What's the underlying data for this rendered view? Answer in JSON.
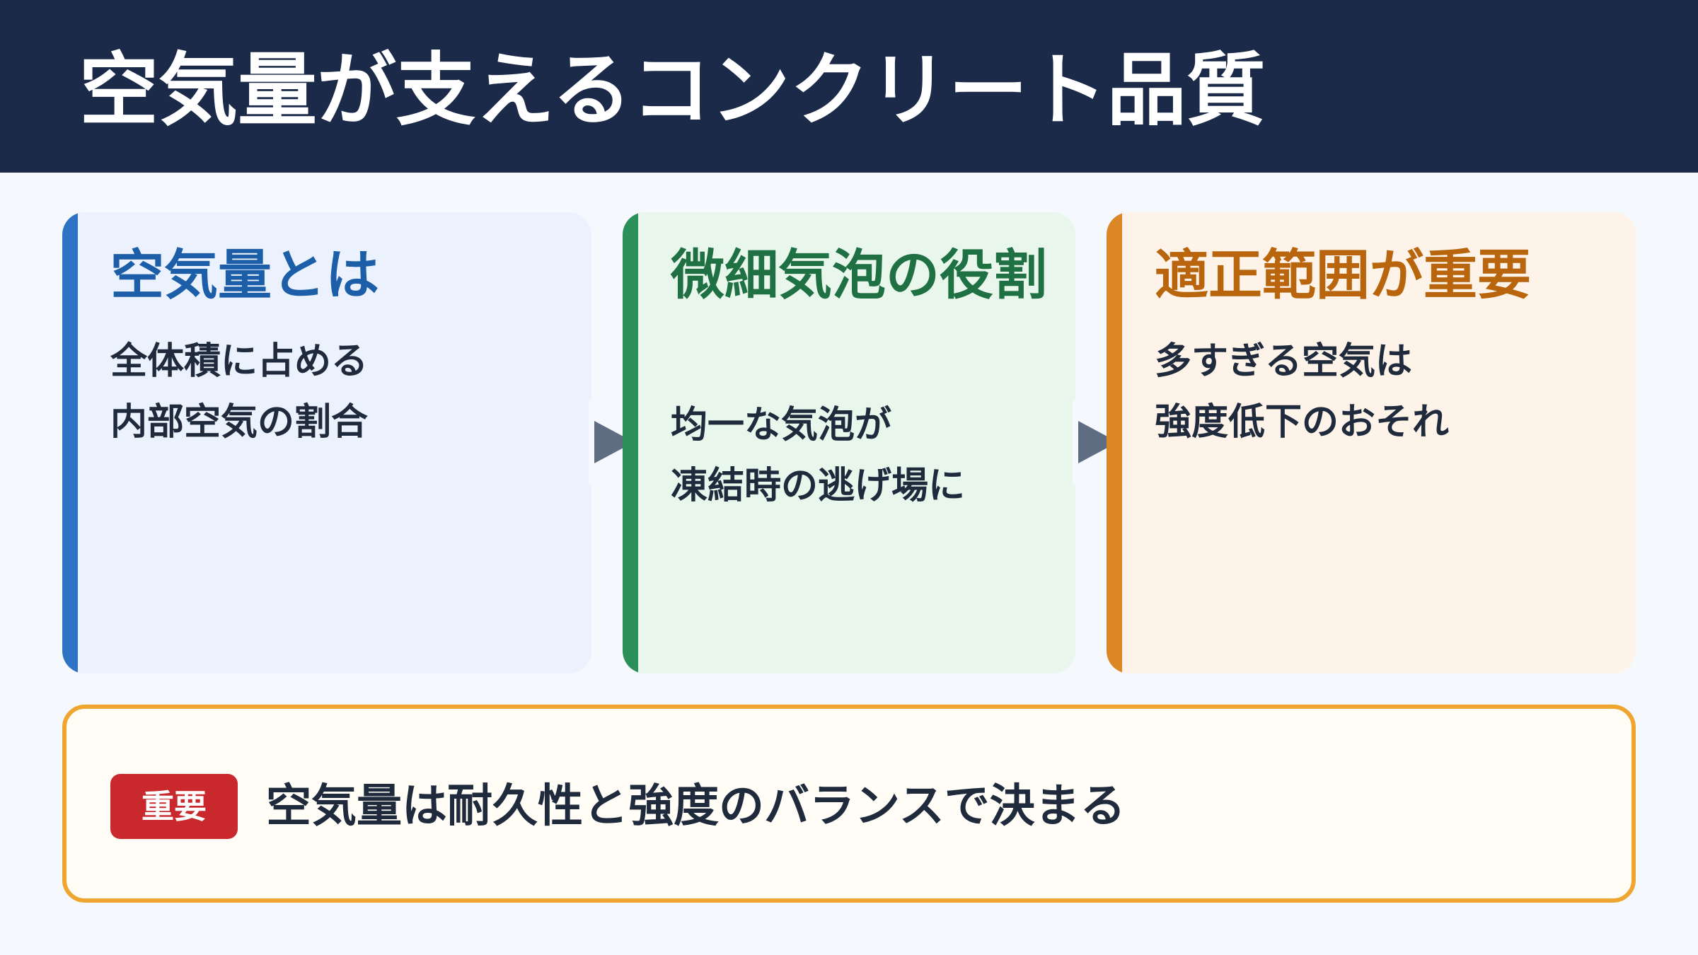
{
  "header": {
    "title": "空気量が支えるコンクリート品質"
  },
  "cards": [
    {
      "title": "空気量とは",
      "lines": [
        "全体積に占める",
        "内部空気の割合"
      ]
    },
    {
      "title": "微細気泡の役割",
      "lines": [
        "均一な気泡が",
        "凍結時の逃げ場に"
      ]
    },
    {
      "title": "適正範囲が重要",
      "lines": [
        "多すぎる空気は",
        "強度低下のおそれ"
      ]
    }
  ],
  "icons": [
    "arrow-right-icon",
    "arrow-right-icon"
  ],
  "colors": {
    "header_bg": "#1c2a4a",
    "blue": "#2f74c4",
    "green": "#2b8f59",
    "orange": "#dc8725",
    "badge": "#c9282d"
  },
  "note": {
    "badge": "重要",
    "text": "空気量は耐久性と強度のバランスで決まる"
  }
}
